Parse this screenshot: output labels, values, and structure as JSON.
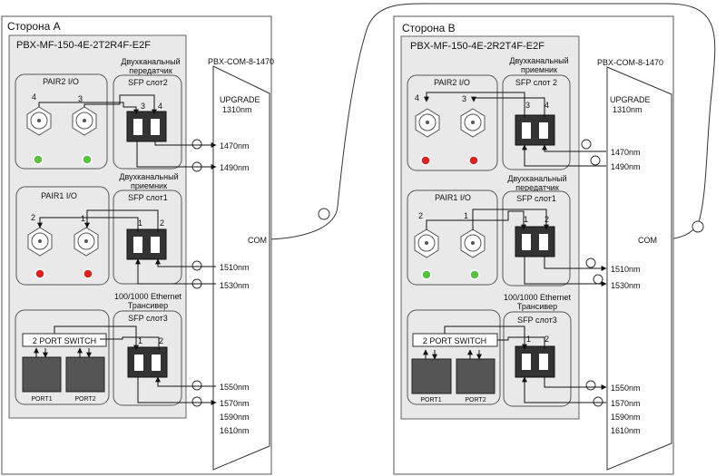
{
  "colors": {
    "led_green": "#59c23d",
    "led_red": "#e02020"
  },
  "side_a": {
    "label": "Сторона А",
    "model": "PBX-MF-150-4E-2T2R4F-E2F",
    "mux_label": "PBX-COM-8-1470",
    "upgrade": "UPGRADE",
    "upgrade_nm": "1310nm",
    "com": "COM",
    "pair2_label": "PAIR2 I/O",
    "pair1_label": "PAIR1 I/O",
    "pair2_nums": [
      "4",
      "3"
    ],
    "pair1_nums": [
      "2",
      "1"
    ],
    "pair2_leds": "green",
    "pair1_leds": "red",
    "tx_title_1": "Двухканальный",
    "tx_title_2": "передатчик",
    "rx_title_1": "Двухканальный",
    "rx_title_2": "приемник",
    "eth_title_1": "100/1000 Ethernet",
    "eth_title_2": "Трансивер",
    "sfp2_label": "SFP слот2",
    "sfp1_label": "SFP слот1",
    "sfp3_label": "SFP слот3",
    "sfp2_nums": [
      "3",
      "4"
    ],
    "sfp1_nums": [
      "1",
      "2"
    ],
    "sfp3_nums": [
      "1",
      "2"
    ],
    "switch_label": "2 PORT SWITCH",
    "port1": "PORT1",
    "port2": "PORT2",
    "wavelengths": [
      "1470nm",
      "1490nm",
      "1510nm",
      "1530nm",
      "1550nm",
      "1570nm",
      "1590nm",
      "1610nm"
    ]
  },
  "side_b": {
    "label": "Сторона В",
    "model": "PBX-MF-150-4E-2R2T4F-E2F",
    "mux_label": "PBX-COM-8-1470",
    "upgrade": "UPGRADE",
    "upgrade_nm": "1310nm",
    "com": "COM",
    "pair2_label": "PAIR2 I/O",
    "pair1_label": "PAIR1 I/O",
    "pair2_nums": [
      "4",
      "3"
    ],
    "pair1_nums": [
      "2",
      "1"
    ],
    "pair2_leds": "red",
    "pair1_leds": "green",
    "tx_title_1": "Двухканальный",
    "tx_title_2": "приемник",
    "rx_title_1": "Двухканальный",
    "rx_title_2": "передатчик",
    "eth_title_1": "100/1000 Ethernet",
    "eth_title_2": "Трансивер",
    "sfp2_label": "SFP слот 2",
    "sfp1_label": "SFP слот1",
    "sfp3_label": "SFP слот3",
    "sfp2_nums": [
      "3",
      "4"
    ],
    "sfp1_nums": [
      "1",
      "2"
    ],
    "sfp3_nums": [
      "1",
      "2"
    ],
    "switch_label": "2 PORT SWITCH",
    "port1": "PORT1",
    "port2": "PORT2",
    "wavelengths": [
      "1470nm",
      "1490nm",
      "1510nm",
      "1530nm",
      "1550nm",
      "1570nm",
      "1590nm",
      "1610nm"
    ]
  }
}
